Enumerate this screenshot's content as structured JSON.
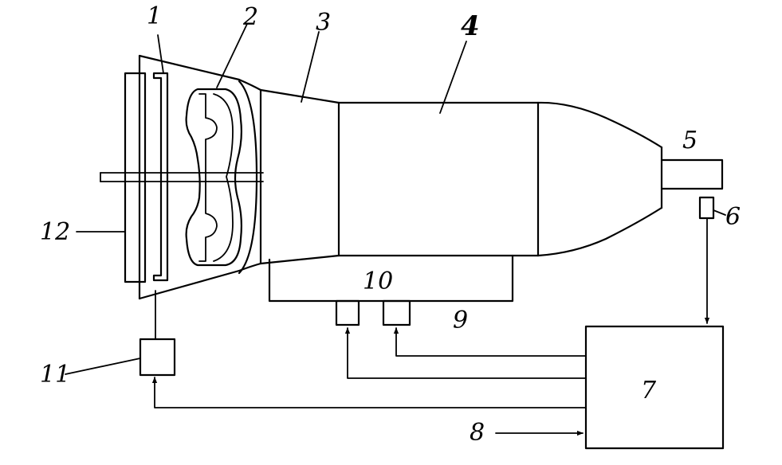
{
  "labels": {
    "l1": "1",
    "l2": "2",
    "l3": "3",
    "l4": "4",
    "l5": "5",
    "l6": "6",
    "l7": "7",
    "l8": "8",
    "l9": "9",
    "l10": "10",
    "l11": "11",
    "l12": "12"
  },
  "colors": {
    "line": "#000000",
    "background": "#ffffff"
  }
}
